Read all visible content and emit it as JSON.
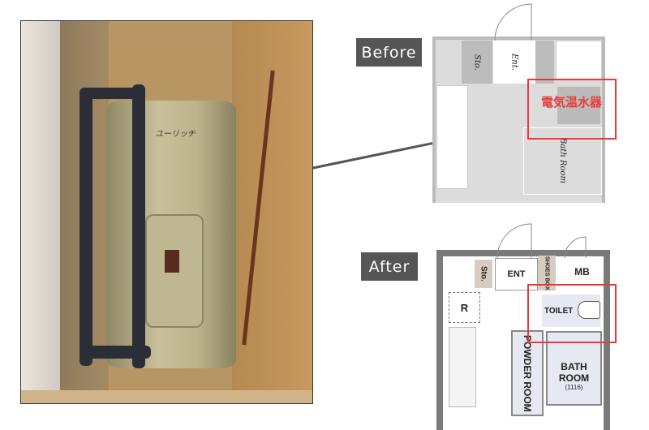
{
  "photo": {
    "heater_brand_label": "ユーリッチ"
  },
  "before": {
    "label": "Before",
    "rooms": {
      "storage": "Sto.",
      "entrance": "Ent.",
      "bath": "Bath Room"
    },
    "highlight_text": "電気温水器",
    "highlight_color": "#e83a3a"
  },
  "after": {
    "label": "After",
    "rooms": {
      "storage": "Sto.",
      "entrance": "ENT",
      "shoe_box": "SHOES BOX",
      "mb": "MB",
      "refrigerator": "R",
      "toilet": "TOILET",
      "powder_room": "POWDER ROOM",
      "bath": "BATH ROOM",
      "bath_size": "(1116)"
    },
    "highlight_color": "#e83a3a"
  }
}
